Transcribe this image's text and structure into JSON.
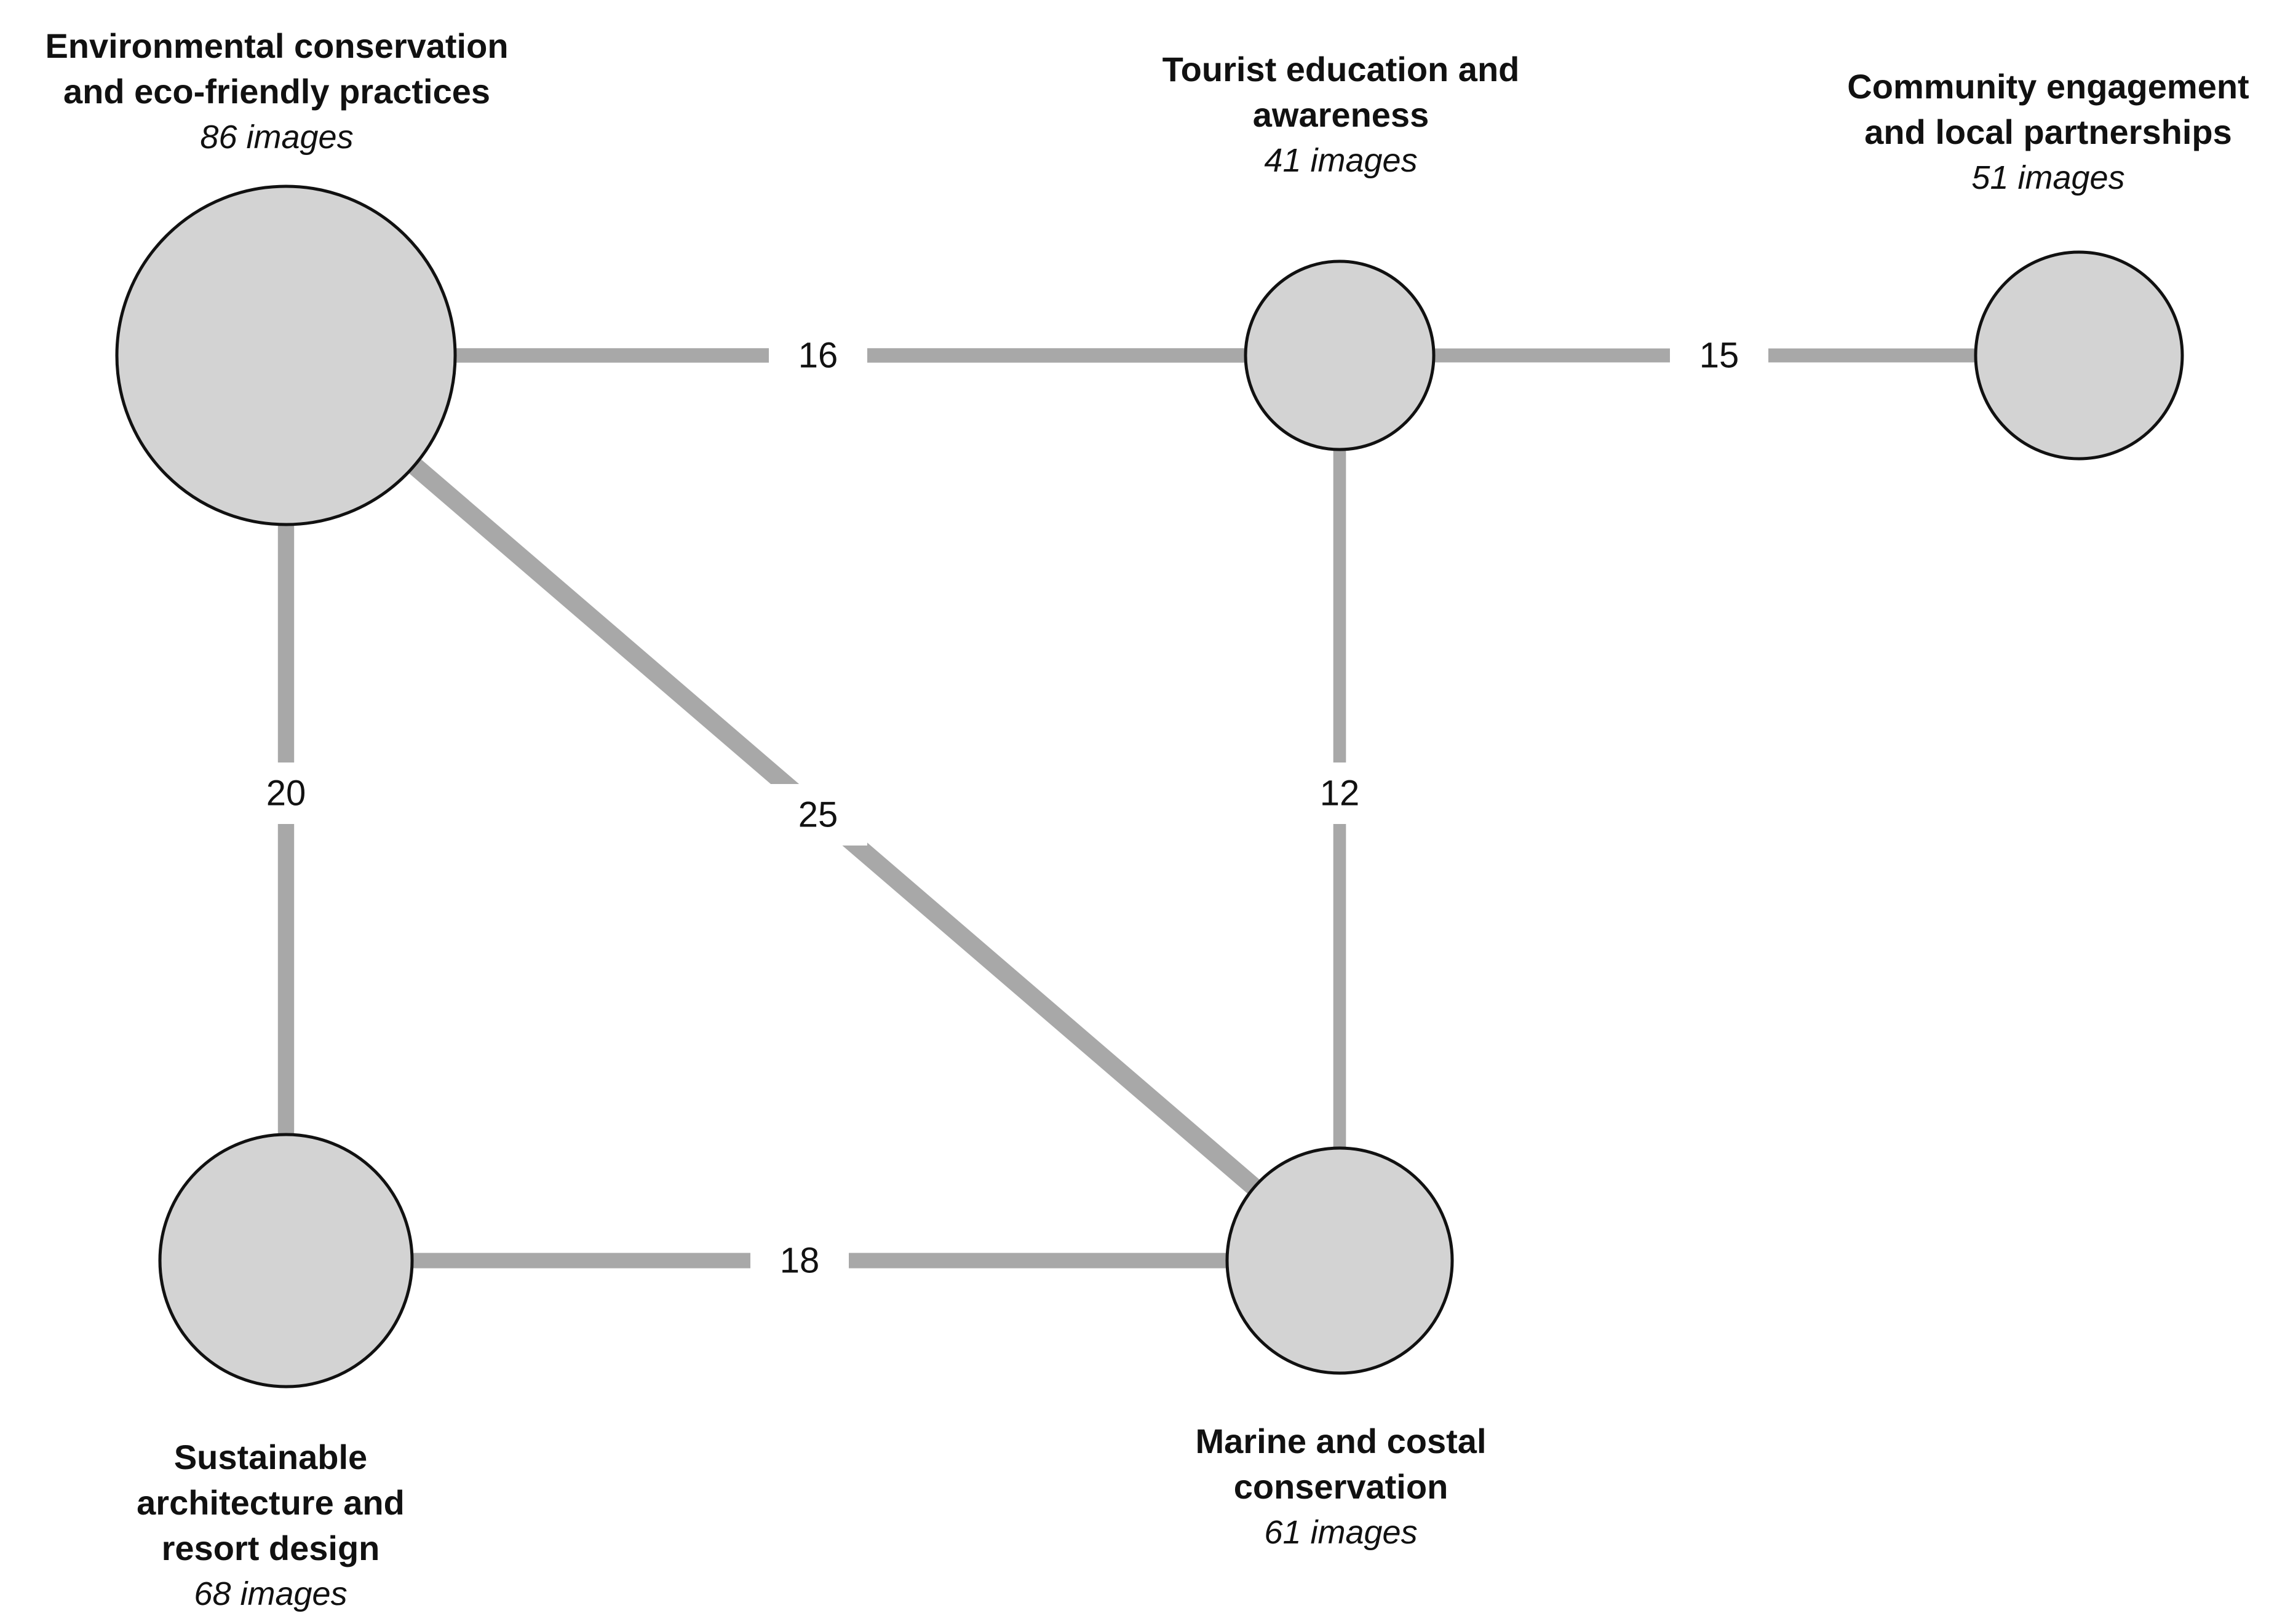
{
  "colors": {
    "node_fill": "#d3d3d3",
    "node_stroke": "#111111",
    "edge": "#a8a8a8",
    "label_bg": "#ffffff",
    "text": "#111111"
  },
  "nodes": {
    "env": {
      "title": "Environmental conservation\nand eco-friendly practices",
      "count": "86 images",
      "images": 86
    },
    "tourist": {
      "title": "Tourist education and\nawareness",
      "count": "41 images",
      "images": 41
    },
    "community": {
      "title": "Community engagement\nand local partnerships",
      "count": "51 images",
      "images": 51
    },
    "arch": {
      "title": "Sustainable\narchitecture and\nresort design",
      "count": "68 images",
      "images": 68
    },
    "marine": {
      "title": "Marine and costal\nconservation",
      "count": "61 images",
      "images": 61
    }
  },
  "edges": [
    {
      "source": "env",
      "target": "tourist",
      "weight": 16,
      "label": "16"
    },
    {
      "source": "tourist",
      "target": "community",
      "weight": 15,
      "label": "15"
    },
    {
      "source": "env",
      "target": "arch",
      "weight": 20,
      "label": "20"
    },
    {
      "source": "env",
      "target": "marine",
      "weight": 25,
      "label": "25"
    },
    {
      "source": "tourist",
      "target": "marine",
      "weight": 12,
      "label": "12"
    },
    {
      "source": "arch",
      "target": "marine",
      "weight": 18,
      "label": "18"
    }
  ]
}
